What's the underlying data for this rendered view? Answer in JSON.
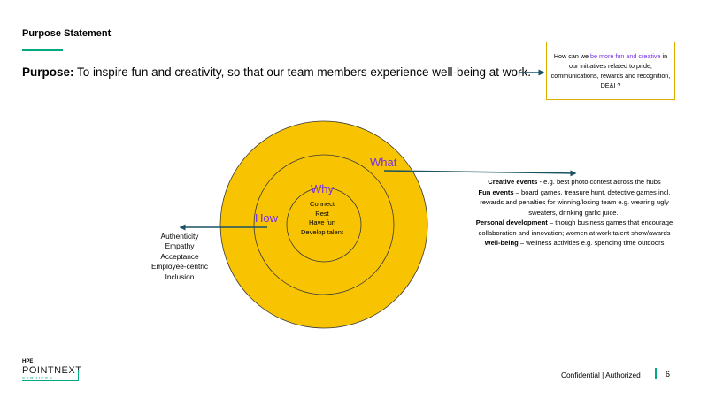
{
  "slide": {
    "title": "Purpose Statement",
    "purpose_label": "Purpose:",
    "purpose_text": "To inspire fun and creativity, so that our team members experience well-being at work."
  },
  "question_box": {
    "pre": "How can we",
    "highlight": "be more fun and creative",
    "post": "in our initiatives related to pride, communications, rewards and recognition, DE&I ?"
  },
  "circles": {
    "why": {
      "label": "Why",
      "items": [
        "Connect",
        "Rest",
        "Have fun",
        "Develop talent"
      ]
    },
    "how": {
      "label": "How",
      "items": [
        "Authenticity",
        "Empathy",
        "Acceptance",
        "Employee-centric",
        "Inclusion"
      ]
    },
    "what": {
      "label": "What",
      "items": [
        {
          "title": "Creative events",
          "text": " - e.g. best photo contest across the hubs"
        },
        {
          "title": "Fun events",
          "text": " – board games, treasure hunt, detective games incl. rewards and penalties for winning/losing team e.g. wearing ugly sweaters, drinking garlic juice.."
        },
        {
          "title": "Personal development",
          "text": " – though business games that encourage collaboration and innovation; women at work talent show/awards"
        },
        {
          "title": "Well-being",
          "text": " – wellness activities e.g. spending time outdoors"
        }
      ]
    }
  },
  "logo": {
    "top": "HPE",
    "main": "POINTNEXT",
    "sub": "SERVICES"
  },
  "footer": {
    "text": "Confidential | Authorized",
    "page": "6"
  },
  "colors": {
    "circle_fill": "#f8c301",
    "accent": "#7630ea",
    "arrow": "#1a5263",
    "brand_green": "#01a982"
  }
}
